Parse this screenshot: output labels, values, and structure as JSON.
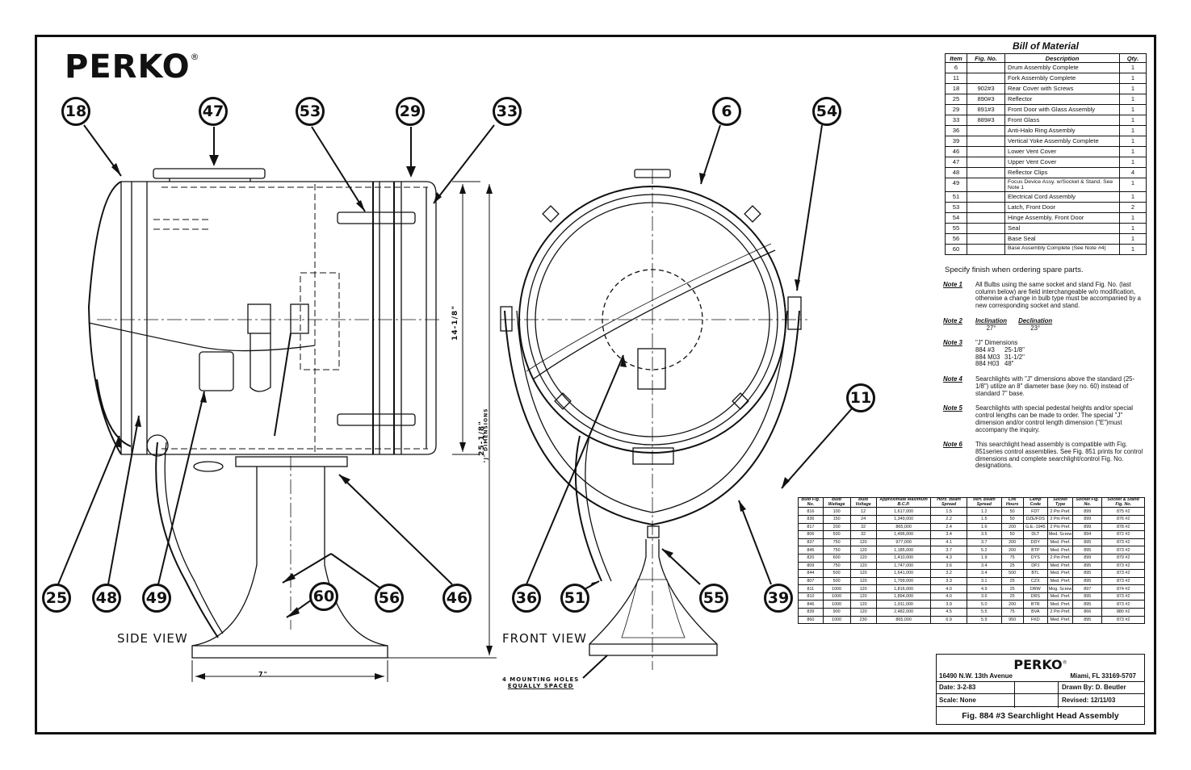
{
  "brand": {
    "name": "PERKO",
    "reg": "®"
  },
  "views": {
    "side": "SIDE  VIEW",
    "front": "FRONT  VIEW"
  },
  "dimensions": {
    "height_14": "14-1/8\"",
    "height_25": "25-1/8\"",
    "j_dim": "\"J\" DIMENSIONS",
    "base_width": "7\"",
    "mounting": [
      "4 MOUNTING HOLES",
      "EQUALLY SPACED"
    ]
  },
  "callouts": [
    "18",
    "47",
    "53",
    "29",
    "33",
    "6",
    "54",
    "11",
    "25",
    "48",
    "49",
    "60",
    "56",
    "46",
    "36",
    "51",
    "55",
    "39"
  ],
  "bom": {
    "title": "Bill of Material",
    "headers": [
      "Item",
      "Fig. No.",
      "Description",
      "Qty."
    ],
    "rows": [
      [
        "6",
        "",
        "Drum Assembly Complete",
        "1"
      ],
      [
        "11",
        "",
        "Fork Assembly Complete",
        "1"
      ],
      [
        "18",
        "902#3",
        "Rear Cover with Screws",
        "1"
      ],
      [
        "25",
        "890#3",
        "Reflector",
        "1"
      ],
      [
        "29",
        "891#3",
        "Front Door with Glass Assembly",
        "1"
      ],
      [
        "33",
        "889#3",
        "Front Glass",
        "1"
      ],
      [
        "36",
        "",
        "Anti-Halo Ring Assembly",
        "1"
      ],
      [
        "39",
        "",
        "Vertical Yoke Assembly Complete",
        "1"
      ],
      [
        "46",
        "",
        "Lower Vent Cover",
        "1"
      ],
      [
        "47",
        "",
        "Upper Vent Cover",
        "1"
      ],
      [
        "48",
        "",
        "Reflector Clips",
        "4"
      ],
      [
        "49",
        "",
        "Focus Device Assy. w/Socket & Stand. See Note 1",
        "1"
      ],
      [
        "51",
        "",
        "Electrical Cord Assembly",
        "1"
      ],
      [
        "53",
        "",
        "Latch, Front Door",
        "2"
      ],
      [
        "54",
        "",
        "Hinge Assembly, Front Door",
        "1"
      ],
      [
        "55",
        "",
        "Seal",
        "1"
      ],
      [
        "56",
        "",
        "Base Seal",
        "1"
      ],
      [
        "60",
        "",
        "Base Assembly Complete (See Note #4)",
        "1"
      ]
    ],
    "footer": "Specify finish when ordering spare parts."
  },
  "notes": {
    "n1_label": "Note 1",
    "n1": "All Bulbs using the same socket and stand Fig. No. (last column below) are field interchangeable w/o modification, otherwise a change in bulb type must be accompanied by a new corresponding socket and stand.",
    "n2_label": "Note 2",
    "n2_inc_label": "Inclination",
    "n2_inc": "27°",
    "n2_dec_label": "Declination",
    "n2_dec": "23°",
    "n3_label": "Note 3",
    "n3_title": "\"J\" Dimensions",
    "n3_rows": [
      [
        "884 #3",
        "25-1/8\""
      ],
      [
        "884 M03",
        "31-1/2\""
      ],
      [
        "884 H03",
        "48\""
      ]
    ],
    "n4_label": "Note 4",
    "n4": "Searchlights with \"J\" dimensions above the standard (25-1/8\") utilize an 8\" diameter base (key no. 60) instead of standard 7\" base.",
    "n5_label": "Note 5",
    "n5": "Searchlights with special pedestal heights and/or special control lengths can be made to order. The special \"J\" dimension and/or control length dimension (\"E\")must accompany the inquiry.",
    "n6_label": "Note 6",
    "n6": "This searchlight head assembly is compatible with Fig. 851series control assemblies. See Fig. 851 prints for control dimensions and complete searchlight/control Fig. No. designations."
  },
  "bulbs": {
    "headers": [
      "Bulb Fig. No.",
      "Bulb Wattage",
      "Bulb Voltage",
      "Approximate Maximum B.C.P.",
      "Horz. Beam Spread",
      "Vert. Beam Spread",
      "Life Hours",
      "Lamp Code",
      "Socket Type",
      "Socket Fig. No.",
      "Socket & Stand Fig. No."
    ],
    "rows": [
      [
        "816",
        "100",
        "12",
        "1,617,000",
        "1.5",
        "1.2",
        "50",
        "FDT",
        "2 Pin Pref.",
        "899",
        "875 #2"
      ],
      [
        "836",
        "150",
        "24",
        "1,349,000",
        "2.2",
        "1.5",
        "50",
        "DZE/FDS",
        "2 Pin Pref.",
        "899",
        "876 #2"
      ],
      [
        "817",
        "200",
        "32",
        "865,000",
        "2.4",
        "1.6",
        "200",
        "G.E.-1945",
        "2 Pin Pref.",
        "899",
        "878 #2"
      ],
      [
        "806",
        "500",
        "32",
        "1,496,000",
        "3.4",
        "3.5",
        "50",
        "DLT",
        "Med. Screw",
        "894",
        "872 #2"
      ],
      [
        "837",
        "750",
        "120",
        "977,000",
        "4.1",
        "3.7",
        "200",
        "DDY",
        "Med. Pref.",
        "895",
        "873 #2"
      ],
      [
        "845",
        "750",
        "120",
        "1,185,000",
        "3.7",
        "5.2",
        "200",
        "BTP",
        "Med. Pref.",
        "895",
        "873 #2"
      ],
      [
        "820",
        "600",
        "120",
        "1,410,000",
        "4.3",
        "1.9",
        "75",
        "DYS",
        "2 Pin Pref.",
        "899",
        "879 #2"
      ],
      [
        "809",
        "750",
        "120",
        "1,747,000",
        "3.6",
        "3.4",
        "25",
        "DPJ",
        "Med. Pref.",
        "895",
        "873 #2"
      ],
      [
        "844",
        "500",
        "120",
        "1,641,000",
        "3.2",
        "3.4",
        "500",
        "BTL",
        "Med. Pref.",
        "895",
        "873 #2"
      ],
      [
        "807",
        "500",
        "120",
        "1,799,000",
        "3.3",
        "3.1",
        "25",
        "CZX",
        "Med. Pref.",
        "895",
        "873 #2"
      ],
      [
        "811",
        "1000",
        "120",
        "1,816,000",
        "4.0",
        "4.9",
        "25",
        "DRW",
        "Mog. Screw",
        "897",
        "874 #2"
      ],
      [
        "810",
        "1000",
        "120",
        "1,894,000",
        "4.0",
        "3.6",
        "25",
        "DRS",
        "Med. Pref.",
        "895",
        "873 #2"
      ],
      [
        "846",
        "1000",
        "120",
        "1,911,000",
        "3.9",
        "5.0",
        "200",
        "BTR",
        "Med. Pref.",
        "895",
        "873 #2"
      ],
      [
        "839",
        "900",
        "120",
        "2,482,000",
        "4.5",
        "5.5",
        "75",
        "BVA",
        "2 Pin Pref.",
        "866",
        "880 #2"
      ],
      [
        "860",
        "1000",
        "230",
        "865,000",
        "6.9",
        "5.9",
        "950",
        "FKD",
        "Med. Pref.",
        "895",
        "873 #2"
      ]
    ]
  },
  "title_block": {
    "logo": "PERKO",
    "address": "16490 N.W. 13th Avenue",
    "city": "Miami, FL 33169-5707",
    "date": "Date:  3-2-83",
    "drawn": "Drawn By:    D. Beutler",
    "scale": "Scale:  None",
    "revised": "Revised:  12/11/03",
    "title": "Fig. 884 #3 Searchlight Head Assembly"
  }
}
